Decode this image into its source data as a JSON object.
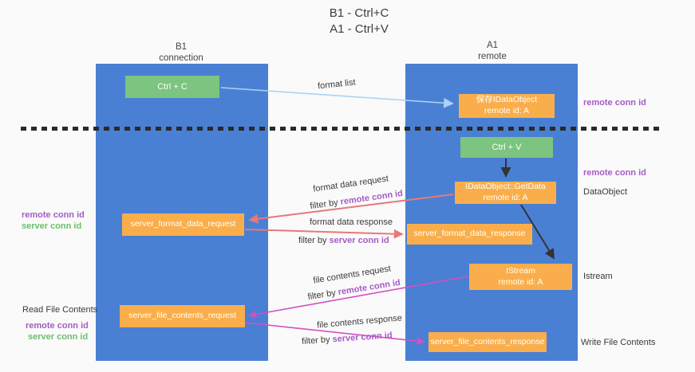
{
  "title": {
    "line1": "B1 - Ctrl+C",
    "line2": "A1 - Ctrl+V"
  },
  "lanes": {
    "left": {
      "header1": "B1",
      "header2": "connection"
    },
    "right": {
      "header1": "A1",
      "header2": "remote"
    }
  },
  "nodes": {
    "ctrl_c": {
      "label": "Ctrl + C"
    },
    "save_dataobject": {
      "line1": "保存IDataObject",
      "line2": "remote id: A"
    },
    "ctrl_v": {
      "label": "Ctrl + V"
    },
    "getdata": {
      "line1": "IDataObject::GetData",
      "line2": "remote id: A"
    },
    "format_request": {
      "label": "server_format_data_request"
    },
    "format_response": {
      "label": "server_format_data_response"
    },
    "istream": {
      "line1": "IStream",
      "line2": "remote id: A"
    },
    "file_request": {
      "label": "server_file_contents_request"
    },
    "file_response": {
      "label": "server_file_contents_response"
    }
  },
  "annotations": {
    "format_list": {
      "text": "format list"
    },
    "format_data_request": {
      "text": "format data request"
    },
    "filter_remote_1": {
      "prefix": "filter by ",
      "key": "remote conn id"
    },
    "format_data_response": {
      "text": "format data response"
    },
    "filter_server_1": {
      "prefix": "filter by ",
      "key": "server conn id"
    },
    "file_contents_request": {
      "text": "file contents request"
    },
    "filter_remote_2": {
      "prefix": "filter by ",
      "key": "remote conn id"
    },
    "file_contents_response": {
      "text": "file contents response"
    },
    "filter_server_2": {
      "prefix": "filter by ",
      "key": "server conn id"
    }
  },
  "side_labels": {
    "right_remote_1": "remote conn id",
    "right_remote_2": "remote conn id",
    "dataobject": "DataObject",
    "istream": "Istream",
    "write_file": "Write File Contents",
    "left_remote_1": "remote conn id",
    "left_server_1": "server conn id",
    "read_file": "Read File Contents",
    "left_remote_2": "remote conn id",
    "left_server_2": "server conn id"
  },
  "colors": {
    "lane_blue": "#4a80d4",
    "node_orange": "#f9ae4b",
    "node_green": "#7cc47f",
    "purple_text": "#a55cc5",
    "green_text": "#6cbf6c",
    "arrow_red": "#e87878",
    "arrow_magenta": "#d44fc4",
    "arrow_lightblue": "#a9d2f3",
    "arrow_black": "#333333",
    "background": "#fafafa"
  }
}
